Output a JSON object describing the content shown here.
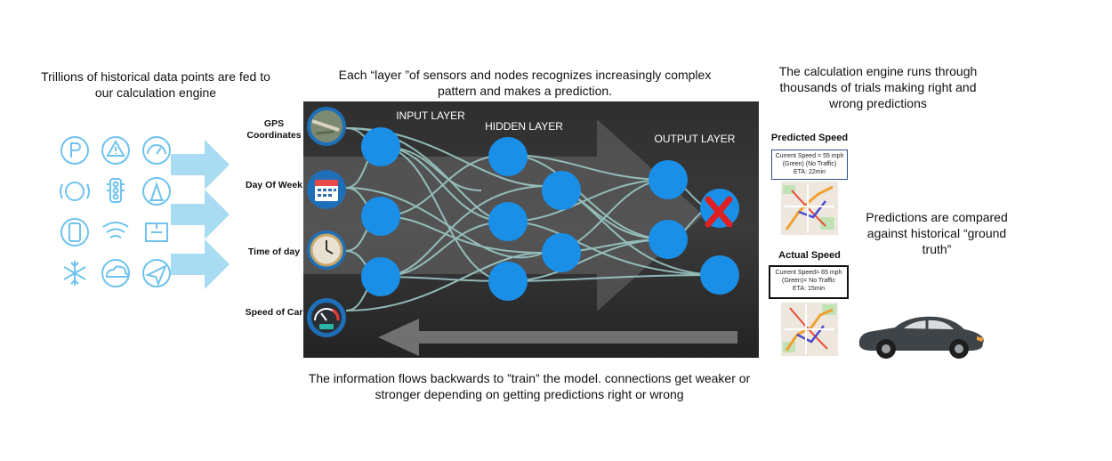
{
  "captions": {
    "left": "Trillions of historical data points are fed to our calculation engine",
    "top": "Each “layer ”of sensors and nodes recognizes increasingly complex pattern and makes a prediction.",
    "right_top": "The calculation engine runs through thousands of trials making right and wrong predictions",
    "right_mid": "Predictions are compared against historical “ground truth”",
    "bottom": "The information flows backwards to ”train” the model. connections get weaker or stronger depending on getting predictions right or wrong"
  },
  "inputs": [
    {
      "label": "GPS Coordinates",
      "icon": "map-photo-icon"
    },
    {
      "label": "Day Of Week",
      "icon": "calendar-icon"
    },
    {
      "label": "Time of day",
      "icon": "clock-icon"
    },
    {
      "label": "Speed of Car",
      "icon": "speedometer-icon"
    }
  ],
  "network": {
    "input_layer": "INPUT LAYER",
    "hidden_layer": "HIDDEN LAYER",
    "output_layer": "OUTPUT LAYER"
  },
  "predicted": {
    "title": "Predicted Speed",
    "line1": "Current Speed = 55 mph",
    "line2": "(Green) (No Traffic)",
    "line3": "ETA: 22min"
  },
  "actual": {
    "title": "Actual Speed",
    "line1": "Current Speed= 65 mph",
    "line2": "(Green)= No Traffic",
    "line3": "ETA: 15min"
  },
  "data_icons": [
    "parking-icon",
    "warning-icon",
    "gauge-icon",
    "abs-icon",
    "traffic-light-icon",
    "cone-icon",
    "phone-icon",
    "wifi-icon",
    "road-icon",
    "snowflake-icon",
    "weather-icon",
    "navigation-icon"
  ],
  "colors": {
    "node": "#1a8fe8",
    "arrow": "#a9dcf3",
    "icon": "#6fc3ee",
    "panel": "#2b2b2b",
    "line": "#9cc9c6",
    "wrong": "#e02020"
  }
}
